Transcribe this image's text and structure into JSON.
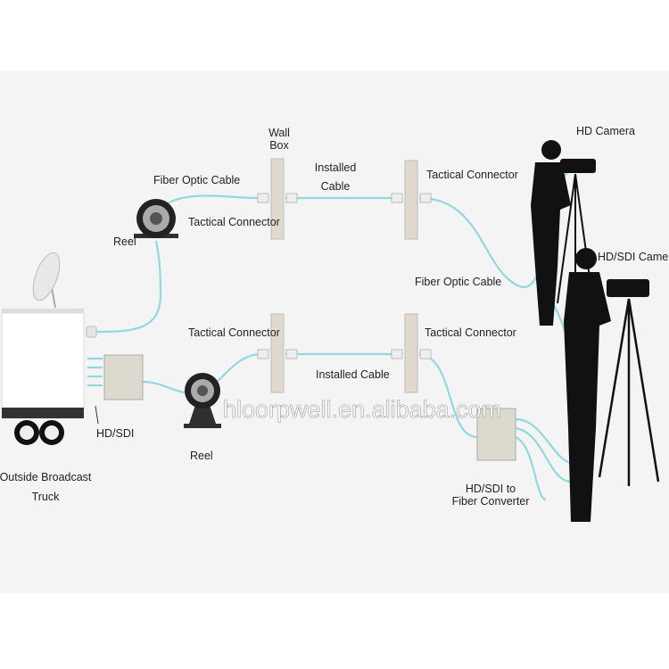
{
  "labels": {
    "wall_box": [
      "Wall",
      "Box"
    ],
    "installed_cable_top": [
      "Installed",
      "Cable"
    ],
    "fiber_optic_cable_top": "Fiber Optic Cable",
    "tactical_connector_top_left": "Tactical Connector",
    "tactical_connector_top_right": "Tactical Connector",
    "reel_top": "Reel",
    "hd_camera": "HD Camera",
    "hd_sdi_camera": "HD/SDI Camera",
    "fiber_optic_cable_right": "Fiber Optic Cable",
    "tactical_connector_bottom_left": "Tactical Connector",
    "tactical_connector_bottom_right": "Tactical Connector",
    "installed_cable_bottom": "Installed Cable",
    "hd_sdi": "HD/SDI",
    "reel_bottom": "Reel",
    "truck": [
      "Outside Broadcast",
      "Truck"
    ],
    "converter": [
      "HD/SDI to",
      "Fiber Converter"
    ]
  },
  "watermark": "hloorpwell.en.alibaba.com",
  "colors": {
    "cable": "#8fd9df",
    "background": "#f4f4f4",
    "silhouette": "#111111"
  }
}
